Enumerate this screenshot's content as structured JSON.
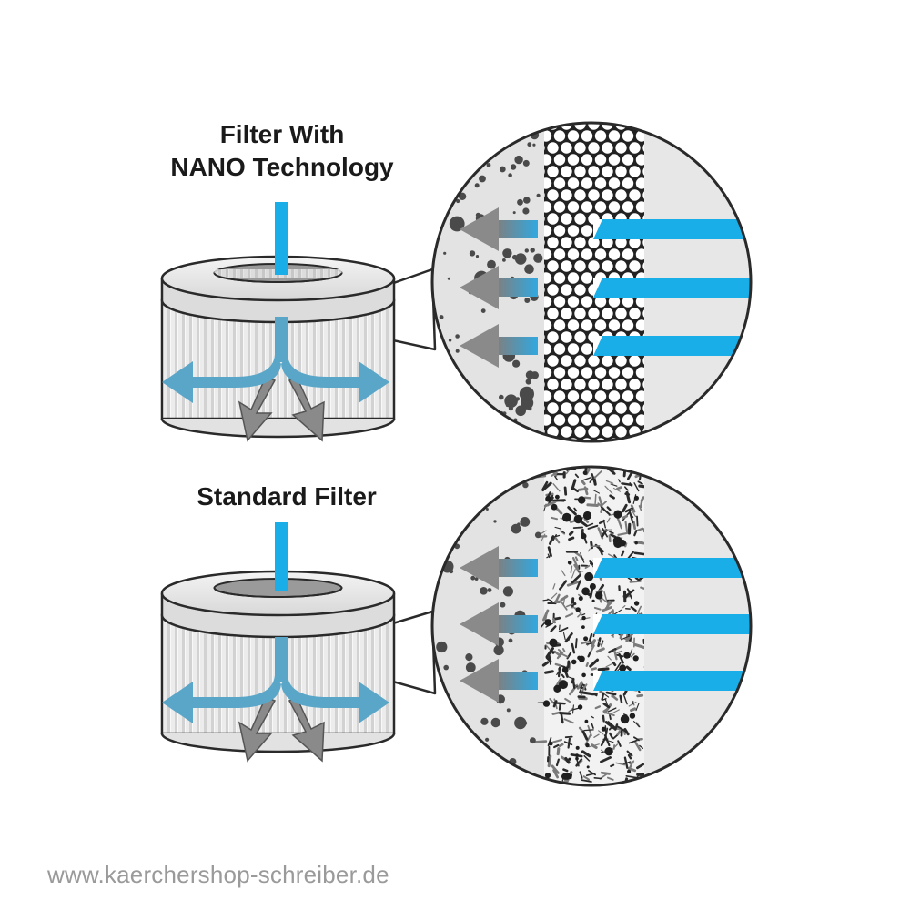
{
  "panels": {
    "nano": {
      "title_line1": "Filter With",
      "title_line2": "NANO Technology",
      "media": "honeycomb"
    },
    "standard": {
      "title": "Standard Filter",
      "media": "fibrous"
    }
  },
  "footer": {
    "url": "www.kaerchershop-schreiber.de"
  },
  "colors": {
    "flow_blue": "#1aaee8",
    "flow_blue_soft": "#5aa6c8",
    "arrow_gray": "#8a8a8a",
    "particle": "#4a4a4a",
    "outline": "#2a2a2a",
    "zone_bg": "#e6e6e6"
  }
}
